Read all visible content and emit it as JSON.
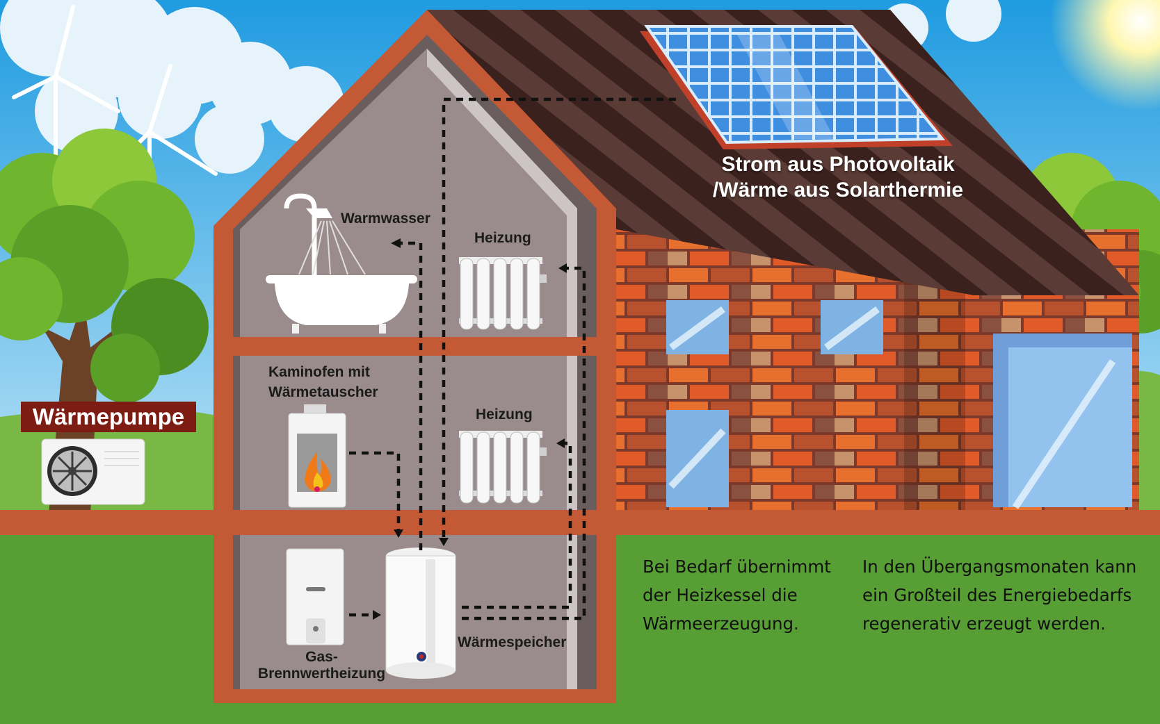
{
  "title": {
    "line1": "Strom aus Photovoltaik",
    "line2": "/Wärme aus Solarthermie"
  },
  "labels": {
    "heat_pump": "Wärmepumpe",
    "hot_water": "Warmwasser",
    "heating_top": "Heizung",
    "heating_middle": "Heizung",
    "stove": [
      "Kaminofen mit",
      "Wärmetauscher"
    ],
    "gas_boiler": [
      "Gas-",
      "Brennwertheizung"
    ],
    "storage": "Wärmespeicher"
  },
  "notes": {
    "left": [
      "Bei Bedarf übernimmt",
      "der Heizkessel die",
      "Wärmeerzeugung."
    ],
    "right": [
      "In den Übergangsmonaten kann",
      "ein Großteil des Energiebedarfs",
      "regenerativ erzeugt werden."
    ]
  },
  "colors": {
    "sky": "#cfe9f8",
    "grass": "#579e35",
    "house_frame": "#c45a35",
    "interior": "#9a8c8c",
    "roof": "#3d2420",
    "brick": "#e86b2c",
    "solar": "#3f8ee0",
    "badge": "#7d1c12"
  }
}
